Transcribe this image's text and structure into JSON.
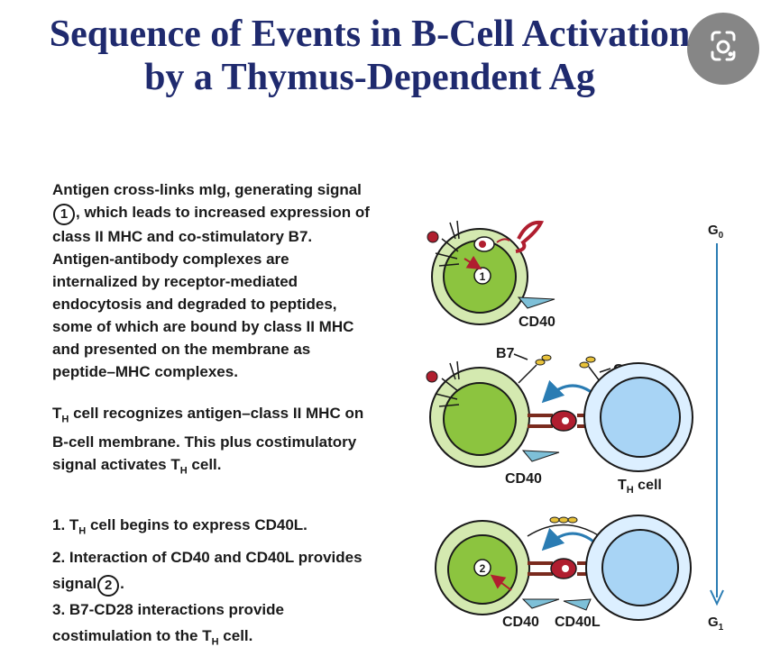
{
  "title": {
    "line1": "Sequence of Events in B-Cell Activation",
    "line2": "by a Thymus-Dependent Ag"
  },
  "paragraph1": {
    "line1": "Antigen cross-links mIg, generating signal",
    "num1": "1",
    "line2_rest": ", which leads to increased expression of",
    "line3": "class II MHC and co-stimulatory B7.",
    "line4": "Antigen-antibody complexes are",
    "line5": "internalized by receptor-mediated",
    "line6": "endocytosis and degraded to peptides,",
    "line7": "some of which are bound by class II MHC",
    "line8": "and presented on the membrane as",
    "line9": "peptide–MHC complexes."
  },
  "paragraph2": {
    "t": "T",
    "h": "H",
    "line1_rest": " cell recognizes antigen–class II MHC on",
    "line2": "B-cell membrane. This plus costimulatory",
    "line3_pre": "signal activates T",
    "line3_post": " cell."
  },
  "steps": {
    "s1_pre": "1. T",
    "s1_post": " cell begins to express CD40L.",
    "s2_line1": "2. Interaction of CD40 and CD40L provides",
    "s2_pre": "signal",
    "s2_num": "2",
    "s2_post": ".",
    "s3_line1": "3. B7-CD28 interactions provide",
    "s3_pre": "costimulation to the T",
    "s3_post": " cell."
  },
  "diagram": {
    "signal1": "1",
    "signal2": "2",
    "cd40_top": "CD40",
    "b7": "B7",
    "cd28": "CD28",
    "cd40_mid": "CD40",
    "th_cell_pre": "T",
    "th_cell_post": " cell",
    "cd40_bottom": "CD40",
    "cd40l": "CD40L",
    "g0": "G",
    "g0_sub": "0",
    "g1": "G",
    "g1_sub": "1"
  },
  "colors": {
    "title": "#1f2a6e",
    "b_cell_inner": "#8cc43f",
    "b_cell_outer": "#d4e9b0",
    "th_cell_inner": "#a8d4f5",
    "th_cell_outer": "#dcefff",
    "antigen": "#b01e2f",
    "arrow": "#2a7cb3",
    "cd40": "#7ec0d8",
    "b7": "#e8c23a"
  }
}
